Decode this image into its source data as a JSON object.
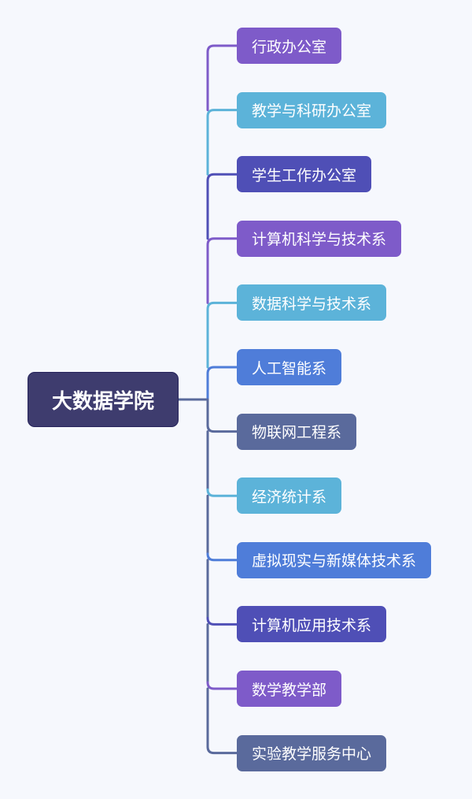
{
  "diagram": {
    "type": "mind-map",
    "root": {
      "label": "大数据学院",
      "color": "#3e3c6e"
    },
    "children": [
      {
        "label": "行政办公室",
        "color": "#7e5bc9"
      },
      {
        "label": "教学与科研办公室",
        "color": "#5cb3d9"
      },
      {
        "label": "学生工作办公室",
        "color": "#4f4fb6"
      },
      {
        "label": "计算机科学与技术系",
        "color": "#7e5bc9"
      },
      {
        "label": "数据科学与技术系",
        "color": "#5cb3d9"
      },
      {
        "label": "人工智能系",
        "color": "#4f7dd9"
      },
      {
        "label": "物联网工程系",
        "color": "#5a6a9c"
      },
      {
        "label": "经济统计系",
        "color": "#5cb3d9"
      },
      {
        "label": "虚拟现实与新媒体技术系",
        "color": "#4f7dd9"
      },
      {
        "label": "计算机应用技术系",
        "color": "#4f4fb6"
      },
      {
        "label": "数学教学部",
        "color": "#7e5bc9"
      },
      {
        "label": "实验教学服务中心",
        "color": "#5a6a9c"
      }
    ]
  }
}
